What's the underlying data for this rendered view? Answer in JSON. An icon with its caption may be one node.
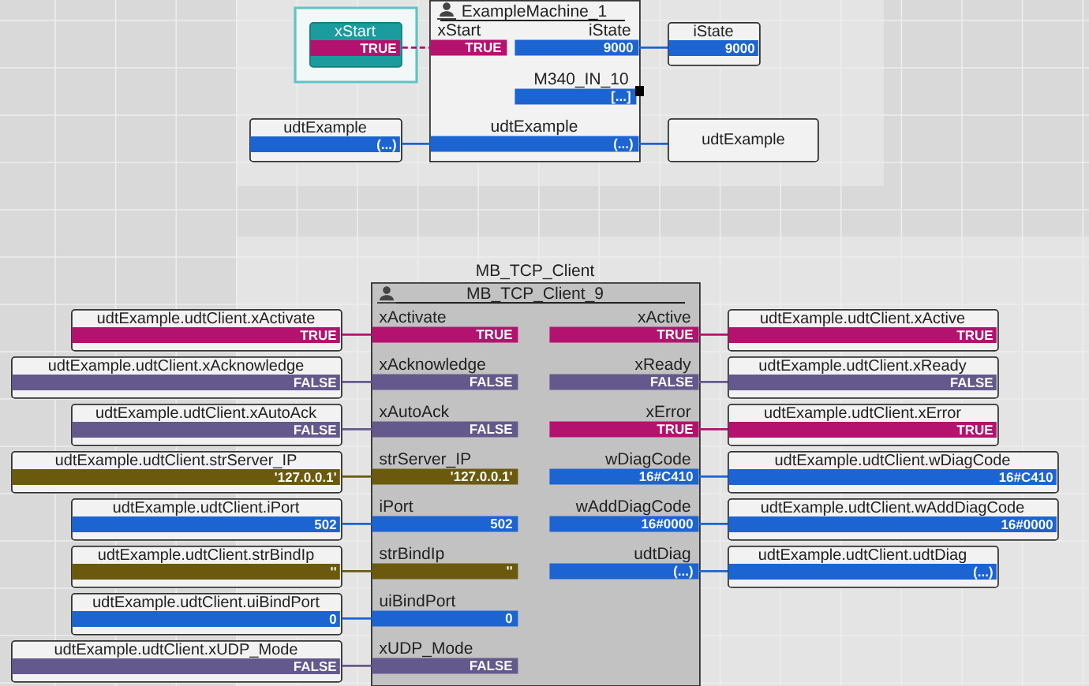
{
  "diagram": {
    "nodes": [
      {
        "text": [
          "ExampleMachine_1"
        ]
      },
      {
        "text": [
          "xStart",
          "TRUE"
        ],
        "in": 0
      },
      {
        "text": [
          "iState",
          "9000"
        ],
        "in": 0
      },
      {
        "text": [
          "M340_IN_10",
          "[...]"
        ],
        "in": 0
      },
      {
        "text": [
          "udtExample",
          "(...)"
        ],
        "in": 0
      },
      {
        "text": [
          "xStart",
          "TRUE"
        ]
      },
      {
        "text": [
          "iState",
          "9000"
        ]
      },
      {
        "text": [
          "udtExample",
          "(...)"
        ]
      },
      {
        "text": [
          "udtExample"
        ]
      },
      {
        "text": [
          "MB_TCP_Client",
          "MB_TCP_Client_9"
        ]
      },
      {
        "text": [
          "xActivate",
          "TRUE"
        ],
        "in": 9
      },
      {
        "text": [
          "xAcknowledge",
          "FALSE"
        ],
        "in": 9
      },
      {
        "text": [
          "xAutoAck",
          "FALSE"
        ],
        "in": 9
      },
      {
        "text": [
          "strServer_IP",
          "'127.0.0.1'"
        ],
        "in": 9
      },
      {
        "text": [
          "iPort",
          "502"
        ],
        "in": 9
      },
      {
        "text": [
          "strBindIp",
          "''"
        ],
        "in": 9
      },
      {
        "text": [
          "uiBindPort",
          "0"
        ],
        "in": 9
      },
      {
        "text": [
          "xUDP_Mode",
          "FALSE"
        ],
        "in": 9
      },
      {
        "text": [
          "xActive",
          "TRUE"
        ],
        "in": 9
      },
      {
        "text": [
          "xReady",
          "FALSE"
        ],
        "in": 9
      },
      {
        "text": [
          "xError",
          "TRUE"
        ],
        "in": 9
      },
      {
        "text": [
          "wDiagCode",
          "16#C410"
        ],
        "in": 9
      },
      {
        "text": [
          "wAddDiagCode",
          "16#0000"
        ],
        "in": 9
      },
      {
        "text": [
          "udtDiag",
          "(...)"
        ],
        "in": 9
      },
      {
        "text": [
          "udtExample.udtClient.xActivate",
          "TRUE"
        ]
      },
      {
        "text": [
          "udtExample.udtClient.xAcknowledge",
          "FALSE"
        ]
      },
      {
        "text": [
          "udtExample.udtClient.xAutoAck",
          "FALSE"
        ]
      },
      {
        "text": [
          "udtExample.udtClient.strServer_IP",
          "'127.0.0.1'"
        ]
      },
      {
        "text": [
          "udtExample.udtClient.iPort",
          "502"
        ]
      },
      {
        "text": [
          "udtExample.udtClient.strBindIp",
          "''"
        ]
      },
      {
        "text": [
          "udtExample.udtClient.uiBindPort",
          "0"
        ]
      },
      {
        "text": [
          "udtExample.udtClient.xUDP_Mode",
          "FALSE"
        ]
      },
      {
        "text": [
          "udtExample.udtClient.xActive",
          "TRUE"
        ]
      },
      {
        "text": [
          "udtExample.udtClient.xReady",
          "FALSE"
        ]
      },
      {
        "text": [
          "udtExample.udtClient.xError",
          "TRUE"
        ]
      },
      {
        "text": [
          "udtExample.udtClient.wDiagCode",
          "16#C410"
        ]
      },
      {
        "text": [
          "udtExample.udtClient.wAddDiagCode",
          "16#0000"
        ]
      },
      {
        "text": [
          "udtExample.udtClient.udtDiag",
          "(...)"
        ]
      }
    ],
    "edges": [
      {
        "from": 5,
        "to": 1,
        "arrow": "none",
        "style": "dashed",
        "color": "#b3126f"
      },
      {
        "from": 2,
        "to": 6,
        "arrow": "none"
      },
      {
        "from": 7,
        "to": 4,
        "arrow": "none"
      },
      {
        "from": 4,
        "to": 8,
        "arrow": "none"
      },
      {
        "from": 24,
        "to": 10,
        "arrow": "none",
        "color": "#b3126f"
      },
      {
        "from": 25,
        "to": 11,
        "arrow": "none",
        "color": "#64598c"
      },
      {
        "from": 26,
        "to": 12,
        "arrow": "none",
        "color": "#64598c"
      },
      {
        "from": 27,
        "to": 13,
        "arrow": "none",
        "color": "#6b5a0e"
      },
      {
        "from": 28,
        "to": 14,
        "arrow": "none"
      },
      {
        "from": 29,
        "to": 15,
        "arrow": "none",
        "color": "#6b5a0e"
      },
      {
        "from": 30,
        "to": 16,
        "arrow": "none"
      },
      {
        "from": 31,
        "to": 17,
        "arrow": "none",
        "color": "#64598c"
      },
      {
        "from": 18,
        "to": 32,
        "arrow": "none",
        "color": "#b3126f"
      },
      {
        "from": 19,
        "to": 33,
        "arrow": "none",
        "color": "#64598c"
      },
      {
        "from": 20,
        "to": 34,
        "arrow": "none",
        "color": "#b3126f"
      },
      {
        "from": 21,
        "to": 35,
        "arrow": "none"
      },
      {
        "from": 22,
        "to": 36,
        "arrow": "none"
      },
      {
        "from": 23,
        "to": 37,
        "arrow": "none"
      }
    ]
  }
}
